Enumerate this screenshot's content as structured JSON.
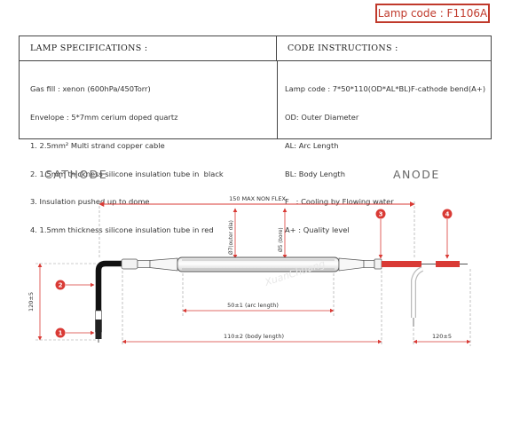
{
  "lamp_code": "Lamp code : F1106A",
  "specs": {
    "header_left": "LAMP SPECIFICATIONS :",
    "header_right": "CODE INSTRUCTIONS :",
    "left_lines": [
      "Gas fill : xenon (600hPa/450Torr)",
      "Envelope : 5*7mm cerium doped quartz",
      "1. 2.5mm² Multi strand copper cable",
      "2. 1.5mm thickness silicone insulation tube in  black",
      "3. Insulation pushed up to dome",
      "4. 1.5mm thickness silicone insulation tube in red"
    ],
    "right_lines": [
      "Lamp code : 7*50*110(OD*AL*BL)F-cathode bend(A+)",
      "OD: Outer Diameter",
      "AL: Arc Length",
      "BL: Body Length",
      "F   : Cooling by Flowing water",
      "A+ : Quality level"
    ]
  },
  "diagram": {
    "cathode_label": "CATHODE",
    "anode_label": "ANODE",
    "total_length": "150 MAX NON FLEX",
    "outer_dia": "Ø7(outer dia)",
    "bore": "Ø5 (bore)",
    "arc_length": "50±1 (arc length)",
    "body_length": "110±2 (body length)",
    "cathode_bend": "120±5",
    "anode_bend": "120±5",
    "markers": [
      "1",
      "2",
      "3",
      "4"
    ],
    "colors": {
      "red": "#d93a35",
      "marker": "#d93a35",
      "black": "#111111"
    }
  }
}
